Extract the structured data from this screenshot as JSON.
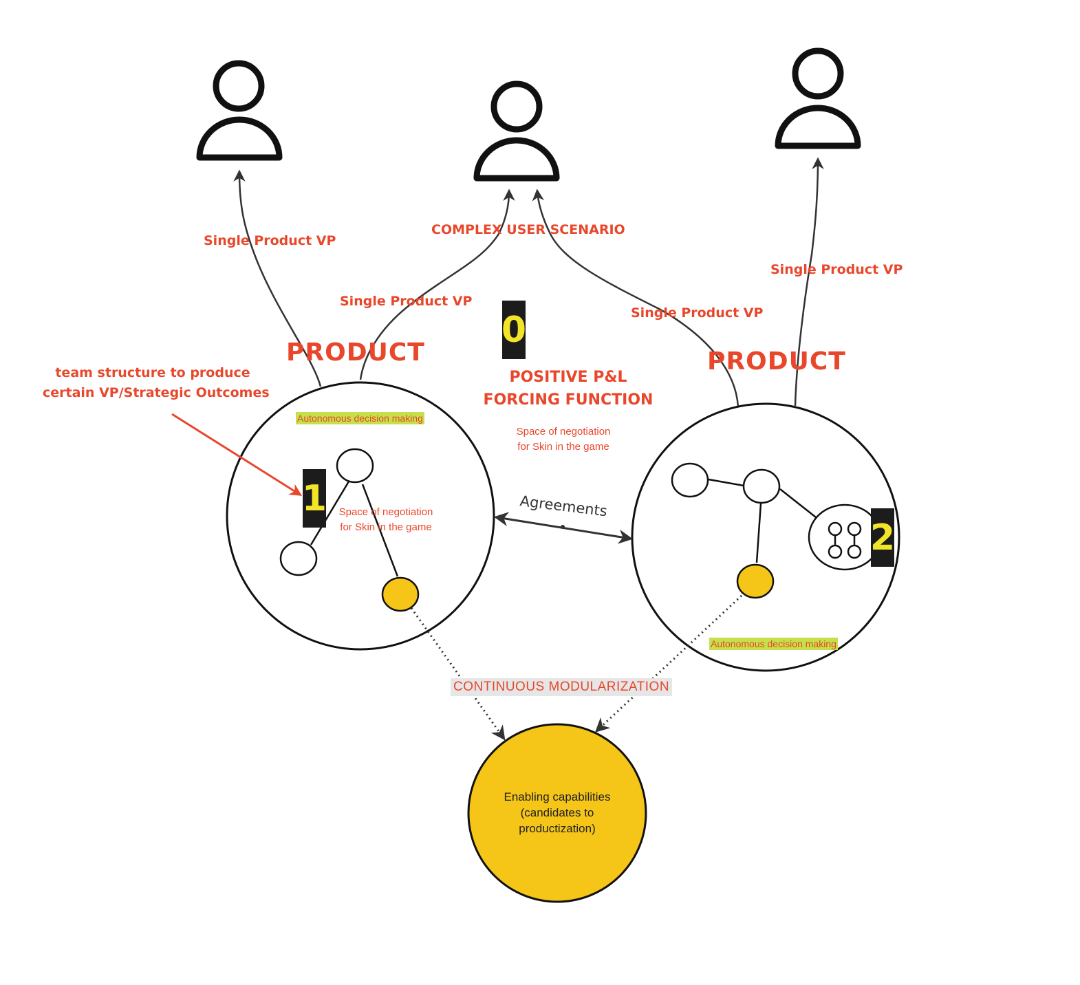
{
  "labels": {
    "single_vp_left": "Single Product VP",
    "single_vp_center_left": "Single Product VP",
    "single_vp_center_right": "Single Product VP",
    "single_vp_right": "Single Product VP",
    "complex_user_scenario": "COMPLEX USER SCENARIO",
    "product_left": "PRODUCT",
    "product_right": "PRODUCT",
    "forcing_line1": "POSITIVE P&L",
    "forcing_line2": "FORCING FUNCTION",
    "team_line1": "team structure to produce",
    "team_line2": "certain VP/Strategic Outcomes",
    "space_center_line1": "Space of negotiation",
    "space_center_line2": "for Skin in the game",
    "space_left_line1": "Space of negotiation",
    "space_left_line2": "for Skin in the game",
    "autonomous_left": "Autonomous decision making",
    "autonomous_right": "Autonomous decision making",
    "agreements": "Agreements",
    "continuous_modularization": "CONTINUOUS MODULARIZATION",
    "enabling_line1": "Enabling capabilities",
    "enabling_line2": "(candidates to",
    "enabling_line3": "productization)"
  },
  "badges": {
    "zero": "0",
    "one": "1",
    "two": "2"
  },
  "icons": [
    "user-icon",
    "user-icon",
    "user-icon",
    "team-cluster-icon"
  ],
  "colors": {
    "accent_red": "#e8472b",
    "capability_yellow": "#f5c518",
    "badge_bg": "#1c1c1c",
    "badge_text": "#f2e529",
    "highlight_green": "#c5e04b",
    "line": "#333333"
  }
}
